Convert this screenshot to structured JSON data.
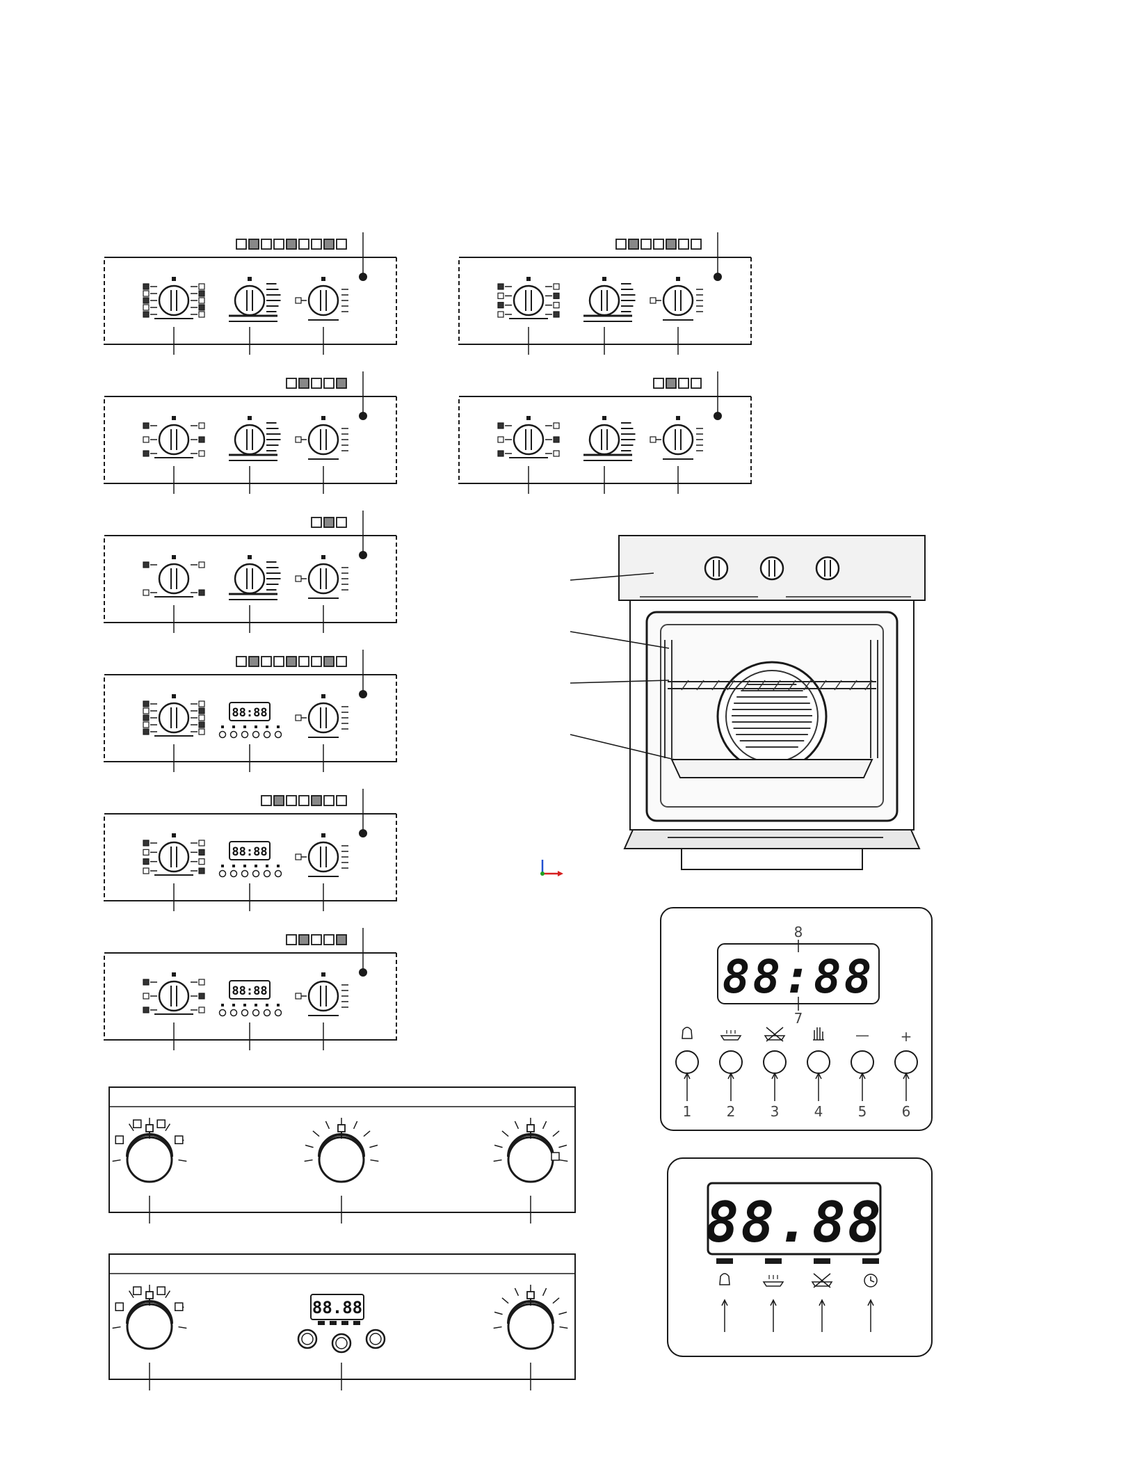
{
  "control_panels": {
    "panel_a": {
      "icon_count": 9,
      "left_knob_ticks": 5,
      "display": ""
    },
    "panel_b": {
      "icon_count": 7,
      "left_knob_ticks": 4,
      "display": ""
    },
    "panel_c": {
      "icon_count": 5,
      "left_knob_ticks": 3,
      "display": ""
    },
    "panel_d": {
      "icon_count": 4,
      "left_knob_ticks": 3,
      "display": ""
    },
    "panel_e": {
      "icon_count": 3,
      "left_knob_ticks": 2,
      "display": ""
    },
    "panel_f": {
      "icon_count": 9,
      "left_knob_ticks": 5,
      "display": "88:88"
    },
    "panel_g": {
      "icon_count": 7,
      "left_knob_ticks": 4,
      "display": "88:88"
    },
    "panel_h": {
      "icon_count": 5,
      "left_knob_ticks": 3,
      "display": "88:88"
    }
  },
  "wide_panels": {
    "knob_panel": {
      "display": ""
    },
    "display_panel": {
      "display": "88.88"
    }
  },
  "timer_display_1": {
    "digits": "88:88",
    "top_marker": "8",
    "bottom_marker": "7",
    "button_numbers": [
      "1",
      "2",
      "3",
      "4",
      "5",
      "6"
    ],
    "button_symbols": [
      "bell-icon",
      "pot-icon",
      "crossed-pot-icon",
      "hand-icon",
      "minus-icon",
      "plus-icon"
    ],
    "minus_label": "—",
    "plus_label": "+"
  },
  "timer_display_2": {
    "digits": "88.88",
    "indicator_symbols": [
      "bell-icon",
      "pot-icon",
      "crossed-pot-icon",
      "clock-icon"
    ]
  },
  "oven": {
    "callout_count": 4,
    "knob_count": 3
  },
  "colors": {
    "line": "#1a1a1a",
    "panel_fill": "#ffffff",
    "oven_panel": "#eeeeee",
    "axis_red": "#d62020",
    "axis_blue": "#2050d0",
    "axis_green": "#20a020"
  }
}
